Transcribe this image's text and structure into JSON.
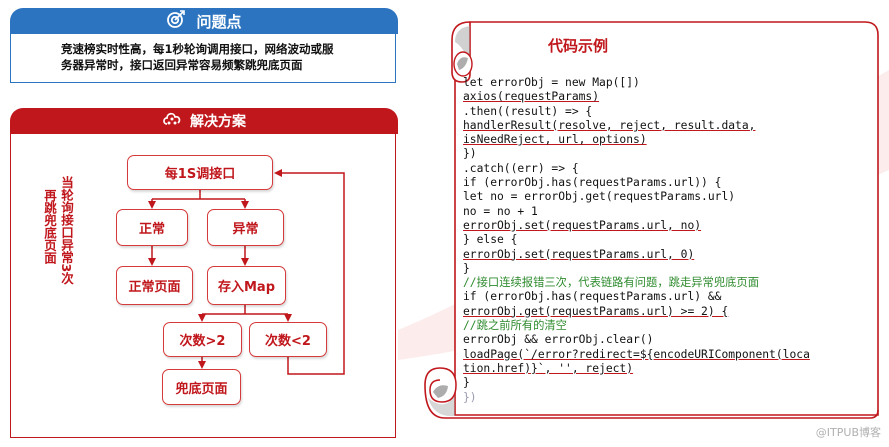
{
  "problem": {
    "title": "问题点",
    "icon": "target-icon",
    "line1": "竞速榜实时性高，每1秒轮询调用接口，网络波动或服",
    "line2": "务器异常时，接口返回异常容易频繁跳兜底页面"
  },
  "solution": {
    "title": "解决方案",
    "icon": "cloud-share-icon",
    "side_col1": "当轮询接口异常3次",
    "side_col2": "再跳兜底页面",
    "nodes": {
      "poll": "每1S调接口",
      "normal": "正常",
      "abnormal": "异常",
      "normal_page": "正常页面",
      "save_map": "存入Map",
      "gt2": "次数>2",
      "lt2": "次数<2",
      "fallback": "兜底页面"
    }
  },
  "code": {
    "title": "代码示例",
    "lines": [
      "let errorObj = new Map([])",
      "axios(requestParams)",
      ".then((result) => {",
      "handlerResult(resolve, reject, result.data,",
      "isNeedReject, url, options)",
      "})",
      ".catch((err) => {",
      "if (errorObj.has(requestParams.url)) {",
      "let no = errorObj.get(requestParams.url)",
      "no = no + 1",
      "errorObj.set(requestParams.url, no)",
      "} else {",
      "errorObj.set(requestParams.url, 0)",
      "}",
      "//接口连续报错三次，代表链路有问题，跳走异常兜底页面",
      "if (errorObj.has(requestParams.url) &&",
      "errorObj.get(requestParams.url) >= 2) {",
      "//跳之前所有的清空",
      "errorObj && errorObj.clear()",
      "loadPage(`/error?redirect=${encodeURIComponent(loca",
      "tion.href)}`, '', reject)",
      "}",
      "})"
    ]
  },
  "watermark": "@ITPUB博客",
  "colors": {
    "blue": "#2c74c0",
    "red": "#c0171c",
    "comment": "#2e8b2e"
  }
}
